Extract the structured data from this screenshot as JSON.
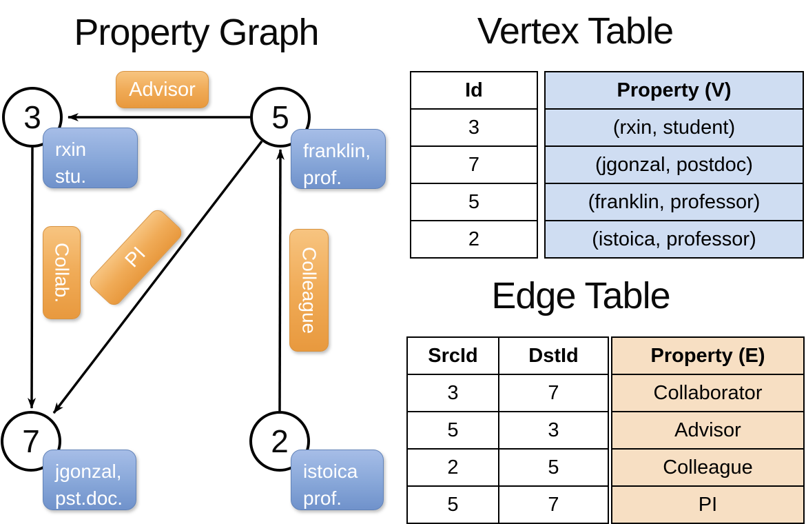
{
  "graph": {
    "title": "Property Graph",
    "nodes": {
      "n3": {
        "id": "3",
        "line1": "rxin",
        "line2": "stu."
      },
      "n5": {
        "id": "5",
        "line1": "franklin,",
        "line2": "prof."
      },
      "n7": {
        "id": "7",
        "line1": "jgonzal,",
        "line2": "pst.doc."
      },
      "n2": {
        "id": "2",
        "line1": "istoica",
        "line2": "prof."
      }
    },
    "edge_labels": {
      "advisor": "Advisor",
      "collab": "Collab.",
      "pi": "PI",
      "colleague": "Colleague"
    }
  },
  "vertex_table": {
    "title": "Vertex Table",
    "headers": {
      "id": "Id",
      "property": "Property (V)"
    },
    "rows": [
      {
        "id": "3",
        "property": "(rxin, student)"
      },
      {
        "id": "7",
        "property": "(jgonzal, postdoc)"
      },
      {
        "id": "5",
        "property": "(franklin, professor)"
      },
      {
        "id": "2",
        "property": "(istoica, professor)"
      }
    ]
  },
  "edge_table": {
    "title": "Edge Table",
    "headers": {
      "src": "SrcId",
      "dst": "DstId",
      "property": "Property (E)"
    },
    "rows": [
      {
        "src": "3",
        "dst": "7",
        "property": "Collaborator"
      },
      {
        "src": "5",
        "dst": "3",
        "property": "Advisor"
      },
      {
        "src": "2",
        "dst": "5",
        "property": "Colleague"
      },
      {
        "src": "5",
        "dst": "7",
        "property": "PI"
      }
    ]
  },
  "colors": {
    "edge_label_orange": "#efa752",
    "node_property_blue": "#7e9fd4",
    "vertex_property_fill": "#cfddf2",
    "edge_property_fill": "#f7dfc3",
    "line_black": "#000000"
  }
}
